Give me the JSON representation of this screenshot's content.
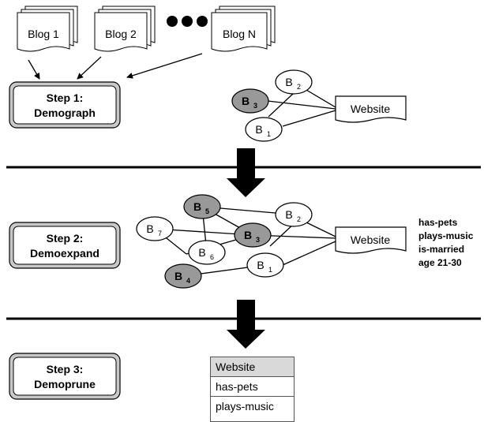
{
  "blogs": [
    "Blog 1",
    "Blog 2",
    "Blog N"
  ],
  "steps": [
    {
      "line1": "Step 1:",
      "line2": "Demograph"
    },
    {
      "line1": "Step 2:",
      "line2": "Demoexpand"
    },
    {
      "line1": "Step 3:",
      "line2": "Demoprune"
    }
  ],
  "website_label": "Website",
  "node_letter": "B",
  "graph1_nodes": [
    {
      "id": "3",
      "shaded": true
    },
    {
      "id": "2",
      "shaded": false
    },
    {
      "id": "1",
      "shaded": false
    }
  ],
  "graph2_nodes": [
    {
      "id": "5",
      "shaded": true
    },
    {
      "id": "7",
      "shaded": false
    },
    {
      "id": "2",
      "shaded": false
    },
    {
      "id": "3",
      "shaded": true
    },
    {
      "id": "6",
      "shaded": false
    },
    {
      "id": "1",
      "shaded": false
    },
    {
      "id": "4",
      "shaded": true
    }
  ],
  "attributes": [
    "has-pets",
    "plays-music",
    "is-married",
    "age 21-30"
  ],
  "pruned_table": {
    "header": "Website",
    "rows": [
      "has-pets",
      "plays-music"
    ]
  },
  "colors": {
    "shaded_node": "#999999",
    "step_box_fill": "#c8c8c8",
    "table_header_fill": "#d9d9d9"
  }
}
